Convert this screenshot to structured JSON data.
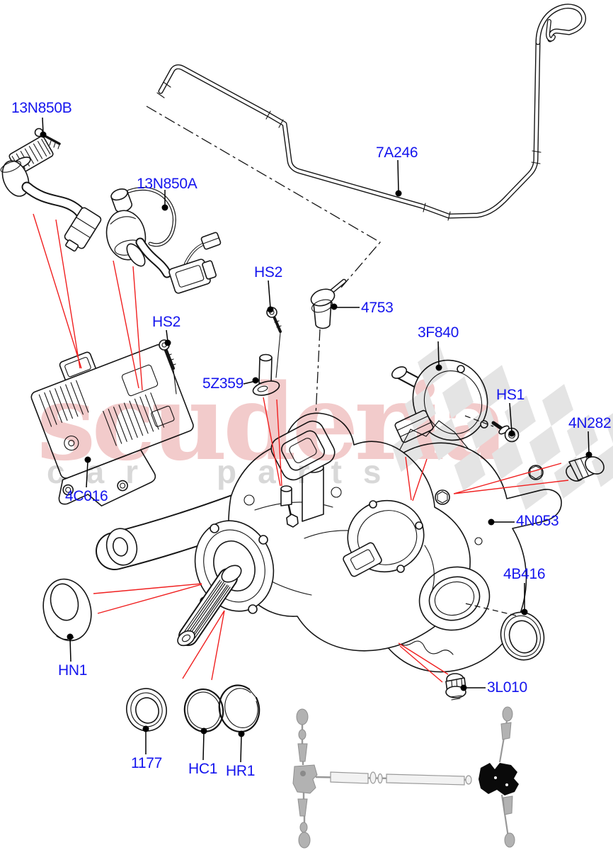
{
  "theme": {
    "label_color": "#1414ee",
    "callout_red": "#f02020",
    "watermark_pink": "#cc3333",
    "watermark_gray": "#d8d8d8"
  },
  "watermark": {
    "brand": "scuderia",
    "tagline_left": "car",
    "tagline_right": "parts"
  },
  "parts": [
    {
      "code": "13N850B"
    },
    {
      "code": "13N850A"
    },
    {
      "code": "7A246"
    },
    {
      "code": "HS2"
    },
    {
      "code": "4753"
    },
    {
      "code": "3F840"
    },
    {
      "code": "5Z359"
    },
    {
      "code": "HS2"
    },
    {
      "code": "HS1"
    },
    {
      "code": "4N282"
    },
    {
      "code": "4C016"
    },
    {
      "code": "4N053"
    },
    {
      "code": "4B416"
    },
    {
      "code": "HN1"
    },
    {
      "code": "3L010"
    },
    {
      "code": "1177"
    },
    {
      "code": "HC1"
    },
    {
      "code": "HR1"
    }
  ]
}
